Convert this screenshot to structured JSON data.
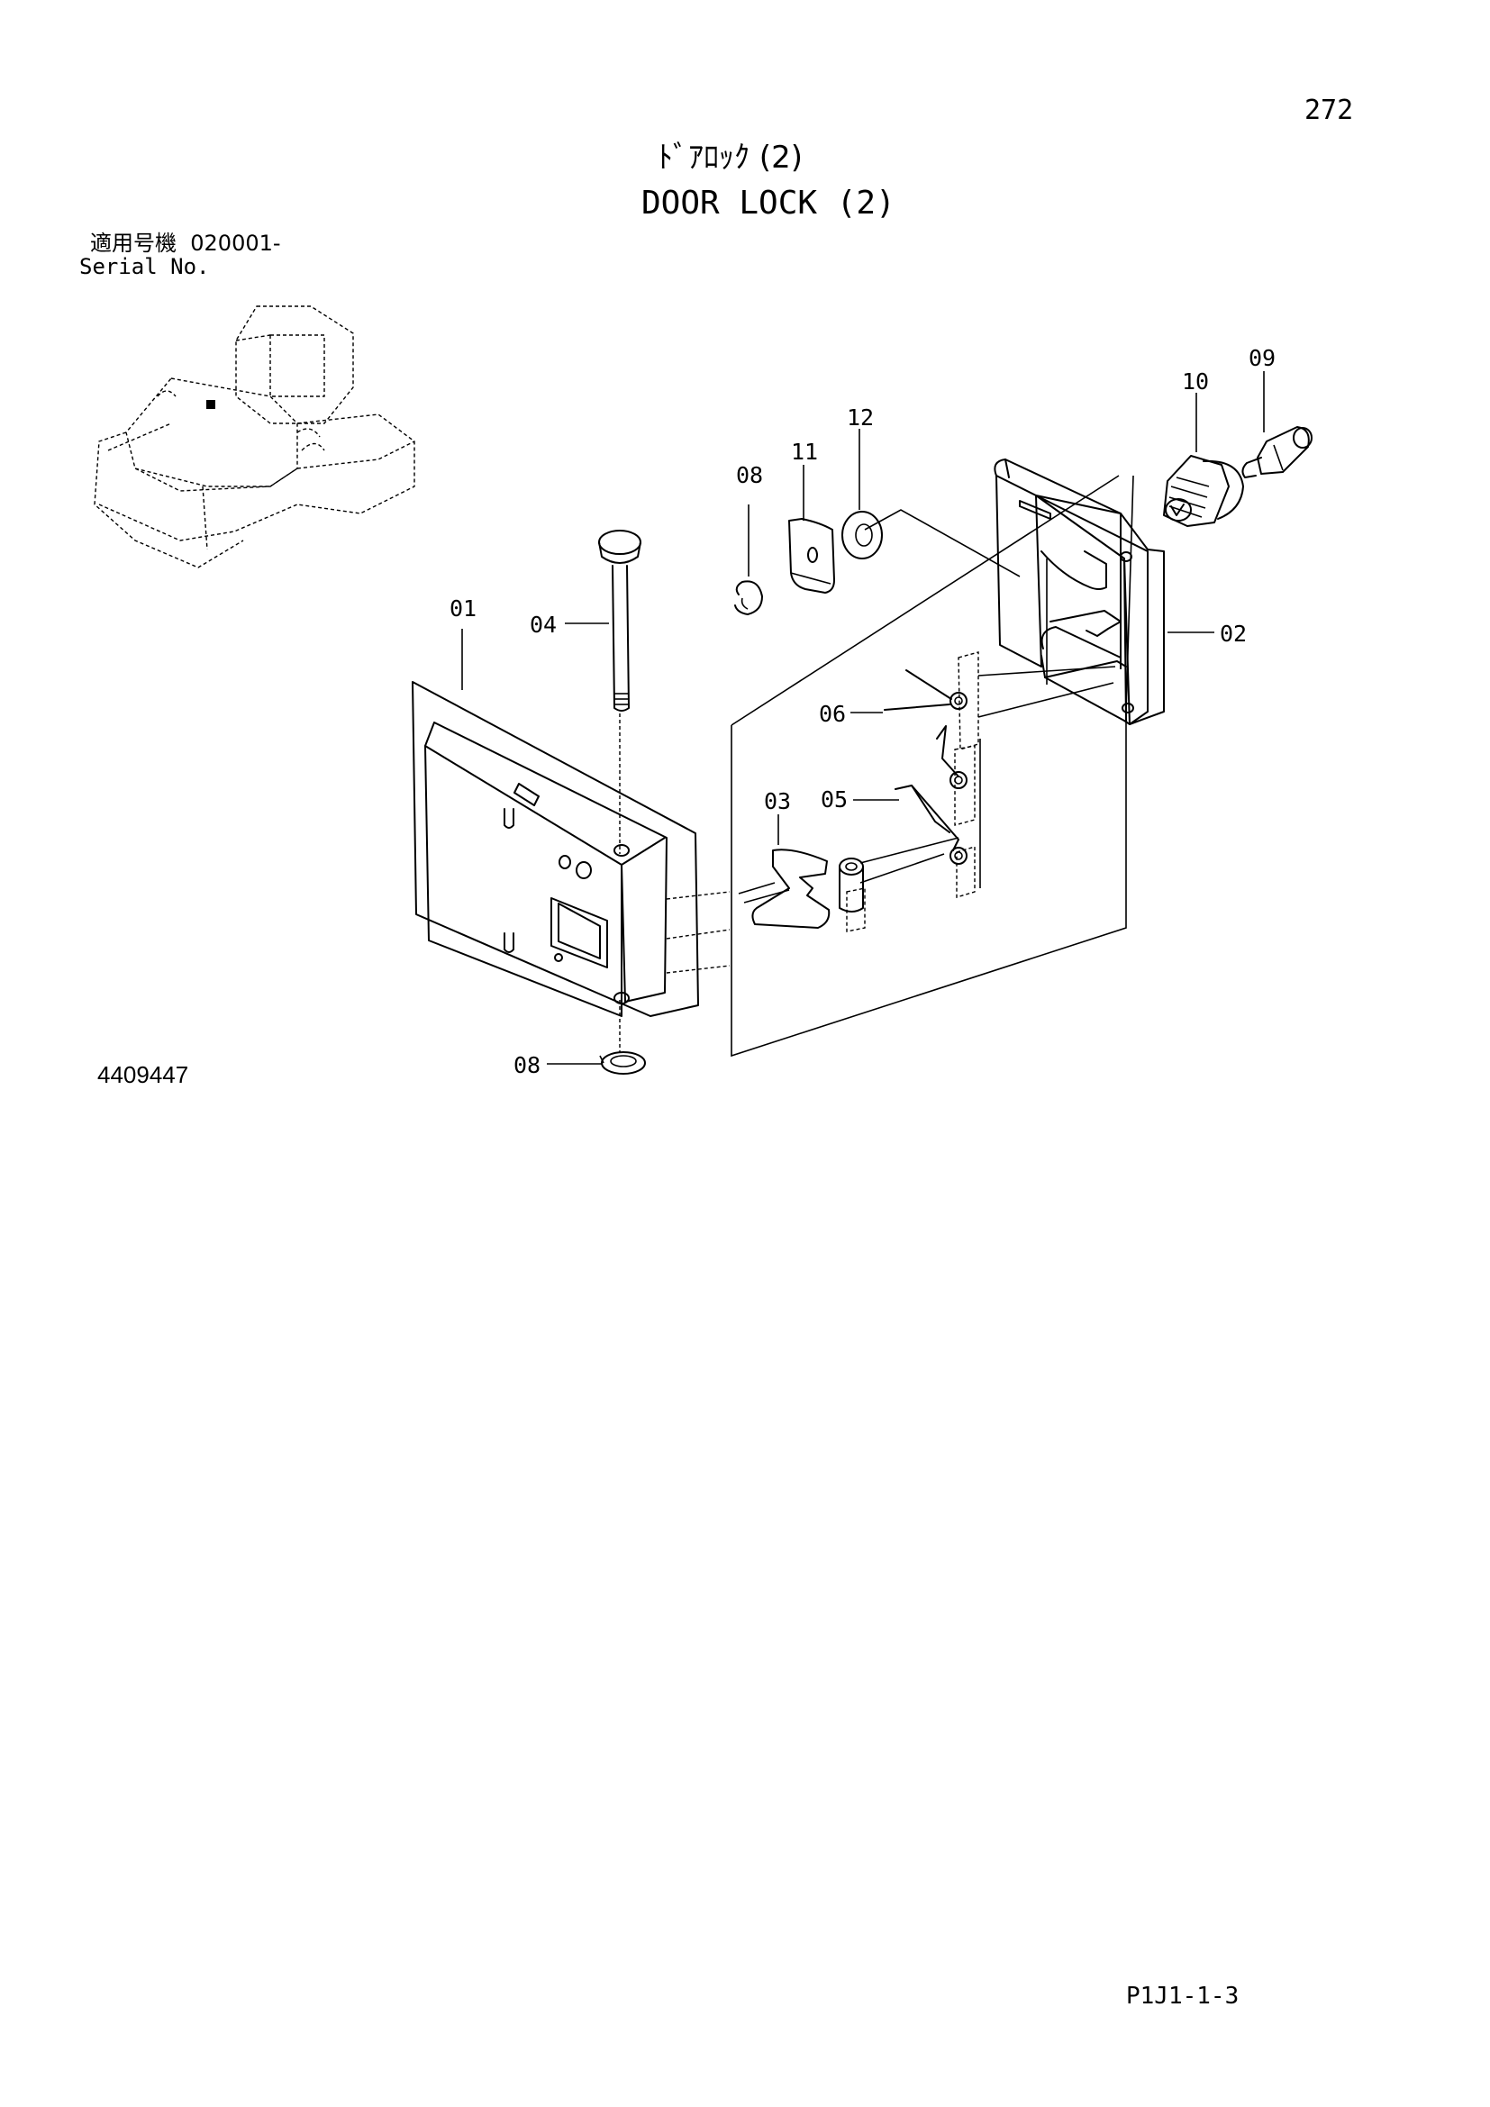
{
  "header": {
    "page_number": "272",
    "title_jp": "ﾄﾞｱﾛｯｸ (2)",
    "title_en": "DOOR LOCK (2)"
  },
  "serial": {
    "label_jp": "適用号機",
    "value": "020001-",
    "label_en": "Serial No."
  },
  "figure_number": "4409447",
  "page_code": "P1J1-1-3",
  "callouts": {
    "p01": "01",
    "p02": "02",
    "p03": "03",
    "p04": "04",
    "p05": "05",
    "p06": "06",
    "p08_top": "08",
    "p08_bottom": "08",
    "p09": "09",
    "p10": "10",
    "p11": "11",
    "p12": "12"
  }
}
